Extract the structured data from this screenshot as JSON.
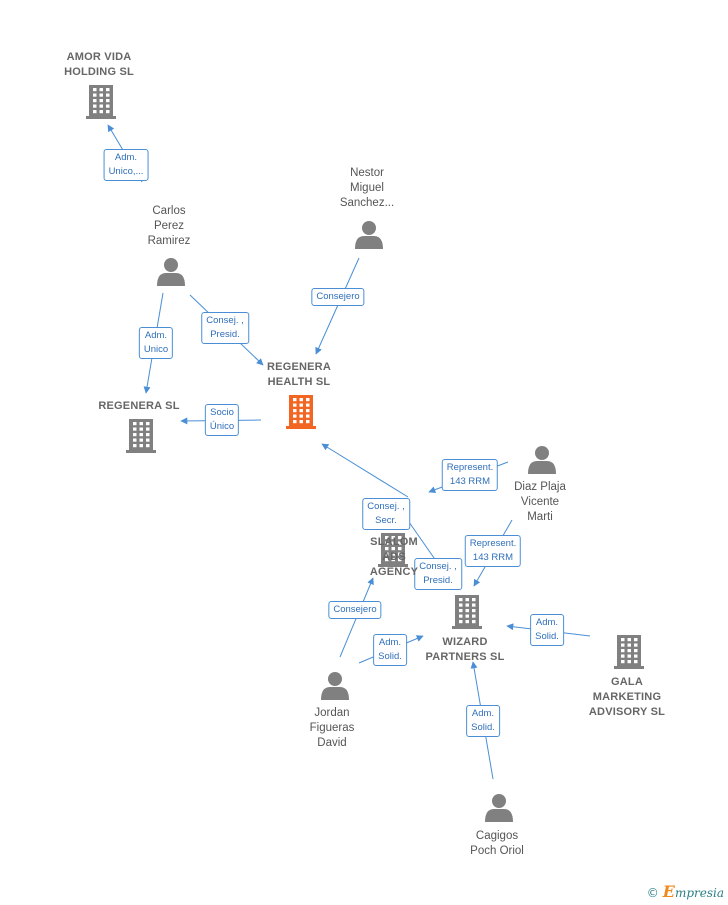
{
  "nodes": [
    {
      "id": "amor",
      "type": "company",
      "label": "AMOR VIDA\nHOLDING  SL",
      "color": "#808080"
    },
    {
      "id": "regenera_health",
      "type": "company",
      "label": "REGENERA\nHEALTH  SL",
      "color": "#f26522",
      "main": true
    },
    {
      "id": "regenera",
      "type": "company",
      "label": "REGENERA  SL",
      "color": "#808080"
    },
    {
      "id": "slalom",
      "type": "company",
      "label": "SLALOM\nADS\nAGENCY",
      "color": "#808080"
    },
    {
      "id": "wizard",
      "type": "company",
      "label": "WIZARD\nPARTNERS  SL",
      "color": "#808080"
    },
    {
      "id": "gala",
      "type": "company",
      "label": "GALA\nMARKETING\nADVISORY SL",
      "color": "#808080"
    },
    {
      "id": "carlos",
      "type": "person",
      "label": "Carlos\nPerez\nRamirez",
      "color": "#808080"
    },
    {
      "id": "nestor",
      "type": "person",
      "label": "Nestor\nMiguel\nSanchez...",
      "color": "#808080"
    },
    {
      "id": "diaz",
      "type": "person",
      "label": "Diaz Plaja\nVicente\nMarti",
      "color": "#808080"
    },
    {
      "id": "jordan",
      "type": "person",
      "label": "Jordan\nFigueras\nDavid",
      "color": "#808080"
    },
    {
      "id": "cagigos",
      "type": "person",
      "label": "Cagigos\nPoch Oriol",
      "color": "#808080"
    }
  ],
  "edges": [
    {
      "from": "carlos",
      "to": "amor",
      "label": "Adm.\nUnico,..."
    },
    {
      "from": "carlos",
      "to": "regenera",
      "label": "Adm.\nUnico"
    },
    {
      "from": "carlos",
      "to": "regenera_health",
      "label": "Consej. ,\nPresid."
    },
    {
      "from": "nestor",
      "to": "regenera_health",
      "label": "Consejero"
    },
    {
      "from": "regenera_health",
      "to": "regenera",
      "label": "Socio\nÚnico"
    },
    {
      "from": "diaz",
      "to": "slalom",
      "label": "Represent.\n143 RRM"
    },
    {
      "from": "diaz",
      "to": "wizard",
      "label": "Represent.\n143 RRM"
    },
    {
      "from": "slalom",
      "to": "regenera_health",
      "label": "Consej. ,\nSecr."
    },
    {
      "from": "slalom",
      "to": "wizard",
      "label": "Consej. ,\nPresid."
    },
    {
      "from": "jordan",
      "to": "slalom",
      "label": "Consejero"
    },
    {
      "from": "jordan",
      "to": "wizard",
      "label": "Adm.\nSolid."
    },
    {
      "from": "gala",
      "to": "wizard",
      "label": "Adm.\nSolid."
    },
    {
      "from": "cagigos",
      "to": "wizard",
      "label": "Adm.\nSolid."
    }
  ],
  "colors": {
    "edge": "#4a8fd6",
    "edge_label_text": "#2f6fba",
    "node": "#808080",
    "highlight": "#f26522"
  },
  "brand": {
    "copyright": "©",
    "name_initial": "E",
    "name_rest": "mpresia"
  }
}
